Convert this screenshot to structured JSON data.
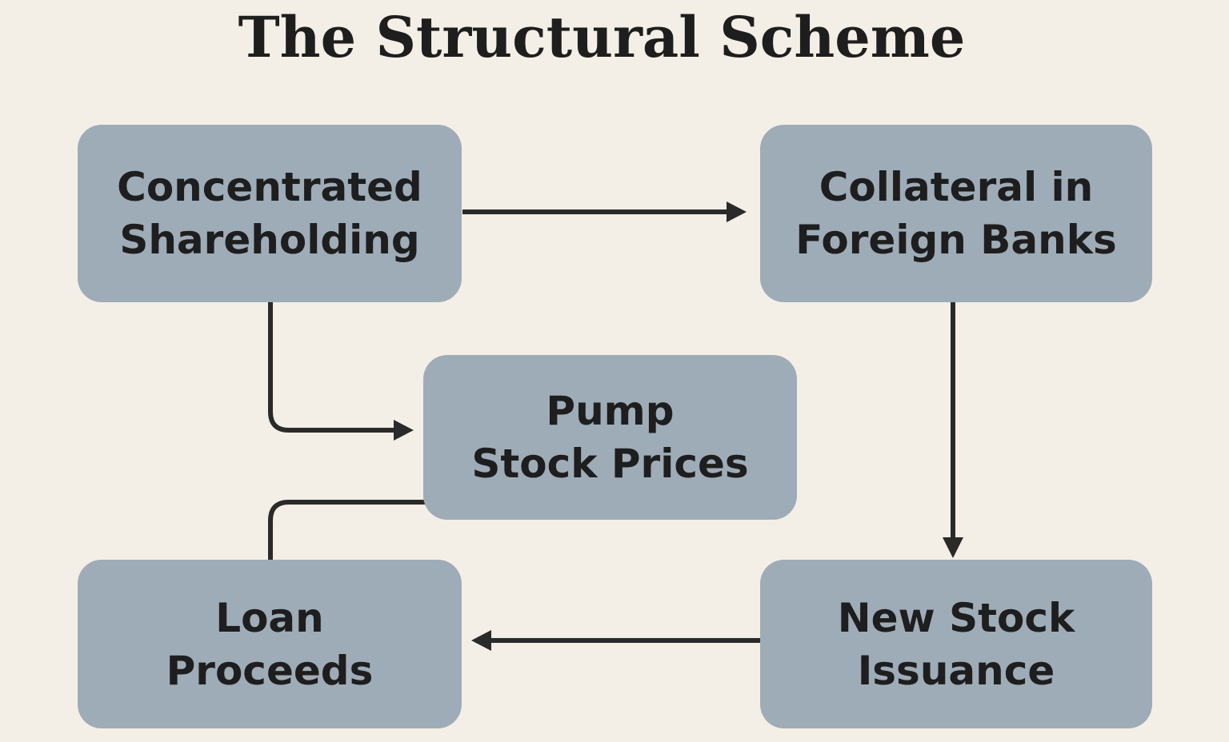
{
  "diagram": {
    "title": "The Structural Scheme",
    "colors": {
      "background": "#f4efe6",
      "node_fill": "#9eacb8",
      "text": "#1e1e1e",
      "connector": "#2a2a2a"
    },
    "nodes": {
      "concentrated": {
        "line1": "Concentrated",
        "line2": "Shareholding"
      },
      "collateral": {
        "line1": "Collateral in",
        "line2": "Foreign Banks"
      },
      "pump": {
        "line1": "Pump",
        "line2": "Stock Prices"
      },
      "loan": {
        "line1": "Loan",
        "line2": "Proceeds"
      },
      "issuance": {
        "line1": "New Stock",
        "line2": "Issuance"
      }
    },
    "edges": [
      {
        "from": "Concentrated Shareholding",
        "to": "Collateral in Foreign Banks"
      },
      {
        "from": "Concentrated Shareholding",
        "to": "Pump Stock Prices"
      },
      {
        "from": "Collateral in Foreign Banks",
        "to": "New Stock Issuance"
      },
      {
        "from": "New Stock Issuance",
        "to": "Loan Proceeds"
      },
      {
        "from": "Loan Proceeds",
        "to": "Pump Stock Prices"
      }
    ]
  }
}
